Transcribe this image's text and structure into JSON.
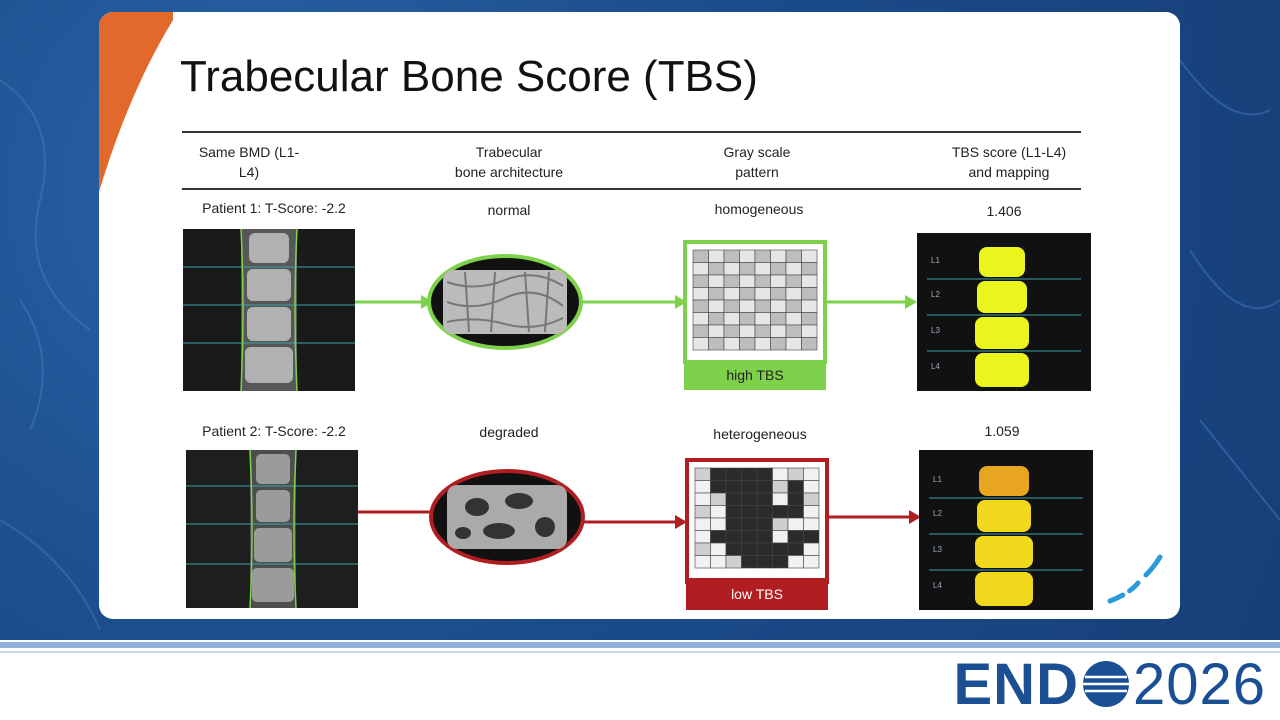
{
  "slide": {
    "title": "Trabecular Bone Score (TBS)"
  },
  "table": {
    "headers": [
      "Same BMD (L1-L4)",
      "Trabecular\nbone architecture",
      "Gray scale\npattern",
      "TBS score (L1-L4)\nand mapping"
    ],
    "rows": [
      {
        "patient": "Patient 1: T-Score: -2.2",
        "architecture": "normal",
        "pattern": "homogeneous",
        "tbs_label": "high TBS",
        "score": "1.406",
        "color": "#7ed24b",
        "vertebra_labels": [
          "L1",
          "L2",
          "L3",
          "L4"
        ]
      },
      {
        "patient": "Patient 2: T-Score: -2.2",
        "architecture": "degraded",
        "pattern": "heterogeneous",
        "tbs_label": "low TBS",
        "score": "1.059",
        "color": "#b11e22",
        "vertebra_labels": [
          "L1",
          "L2",
          "L3",
          "L4"
        ]
      }
    ]
  },
  "footer": {
    "logo_text": "END",
    "logo_year": "2026"
  },
  "colors": {
    "accent_orange": "#e2692c",
    "brand_blue": "#1a4f93",
    "good_green": "#7ed24b",
    "bad_red": "#b11e22"
  }
}
